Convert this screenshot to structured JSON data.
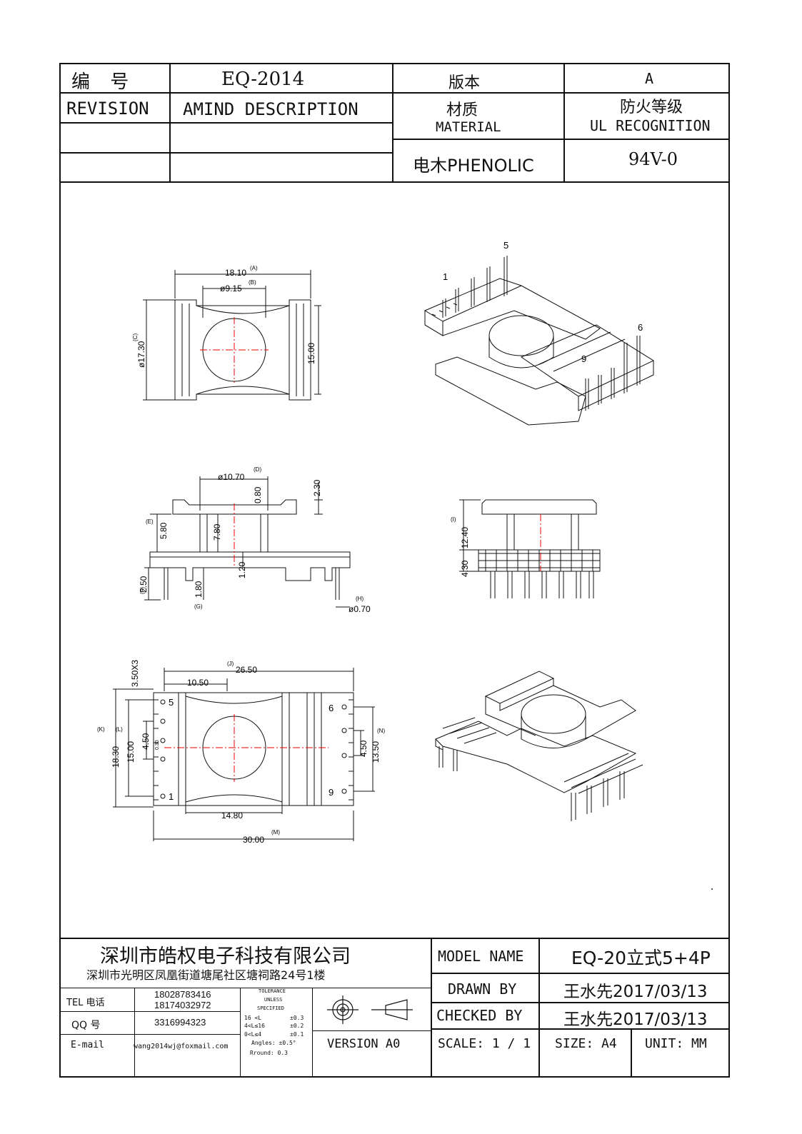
{
  "header": {
    "code_label": "编  号",
    "code_value": "EQ-2014",
    "version_label": "版本",
    "version_value": "A",
    "revision_label": "REVISION",
    "description_label": "AMIND DESCRIPTION",
    "material_label_cn": "材质",
    "material_label_en": "MATERIAL",
    "fire_rating_label_cn": "防火等级",
    "fire_rating_label_en": "UL RECOGNITION",
    "material_value": "电木PHENOLIC",
    "fire_rating_value": "94V-0"
  },
  "top_view": {
    "dim_a": "18.10",
    "tag_a": "(A)",
    "dim_b": "ø9.15",
    "tag_b": "(B)",
    "dim_c": "ø17.30",
    "tag_c": "(C)",
    "dim_height": "15.00"
  },
  "iso_top": {
    "pin_1": "1",
    "pin_5": "5",
    "pin_6": "6",
    "pin_9": "9"
  },
  "side_view": {
    "dim_d": "ø10.70",
    "tag_d": "(D)",
    "dim_080": "0.80",
    "dim_230": "2.30",
    "dim_e": "5.80",
    "tag_e": "(E)",
    "dim_780": "7.80",
    "dim_120": "1.20",
    "dim_f": "2.50",
    "tag_f": "(F)",
    "dim_g": "1.80",
    "tag_g": "(G)",
    "dim_h": "ø0.70",
    "tag_h": "(H)"
  },
  "front_view": {
    "dim_i": "12.40",
    "tag_i": "(I)",
    "dim_430": "4.30"
  },
  "bottom_view": {
    "dim_j": "26.50",
    "tag_j": "(J)",
    "dim_1050": "10.50",
    "dim_pitch": "3.50X3",
    "dim_k": "18.30",
    "tag_k": "(K)",
    "dim_l": "15.00",
    "tag_l": "(L)",
    "dim_450_left": "4.50",
    "dim_030": "0.30",
    "dim_450_right": "4.50",
    "dim_n": "13.50",
    "tag_n": "(N)",
    "dim_1480": "14.80",
    "dim_m": "30.00",
    "tag_m": "(M)",
    "pin_5": "5",
    "pin_1": "1",
    "pin_6": "6",
    "pin_9": "9"
  },
  "footer": {
    "company_name": "深圳市皓权电子科技有限公司",
    "company_address": "深圳市光明区凤凰街道塘尾社区塘祠路24号1楼",
    "tel_label": "TEL 电话",
    "tel_1": "18028783416",
    "tel_2": "18174032972",
    "qq_label": "QQ  号",
    "qq_value": "3316994323",
    "email_label": "E-mail",
    "email_value": "wang2014wj@foxmail.com",
    "tolerance_title_1": "TOLERANCE",
    "tolerance_title_2": "UNLESS",
    "tolerance_title_3": "SPECIFIED",
    "tol_row_1_range": "16 <L",
    "tol_row_1_val": "±0.3",
    "tol_row_2_range": "4<L≤16",
    "tol_row_2_val": "±0.2",
    "tol_row_3_range": "0<L≤4",
    "tol_row_3_val": "±0.1",
    "tol_angles": "Angles: ±0.5°",
    "tol_round": "Rround: 0.3",
    "version_text": "VERSION A0",
    "model_name_label": "MODEL NAME",
    "model_name_value": "EQ-20立式5+4P",
    "drawn_by_label": "DRAWN BY",
    "drawn_by_value": "王水先2017/03/13",
    "checked_by_label": "CHECKED BY",
    "checked_by_value": "王水先2017/03/13",
    "scale_label": "SCALE:  1 / 1",
    "size_label": "SIZE:  A4",
    "unit_label": "UNIT:  MM"
  }
}
